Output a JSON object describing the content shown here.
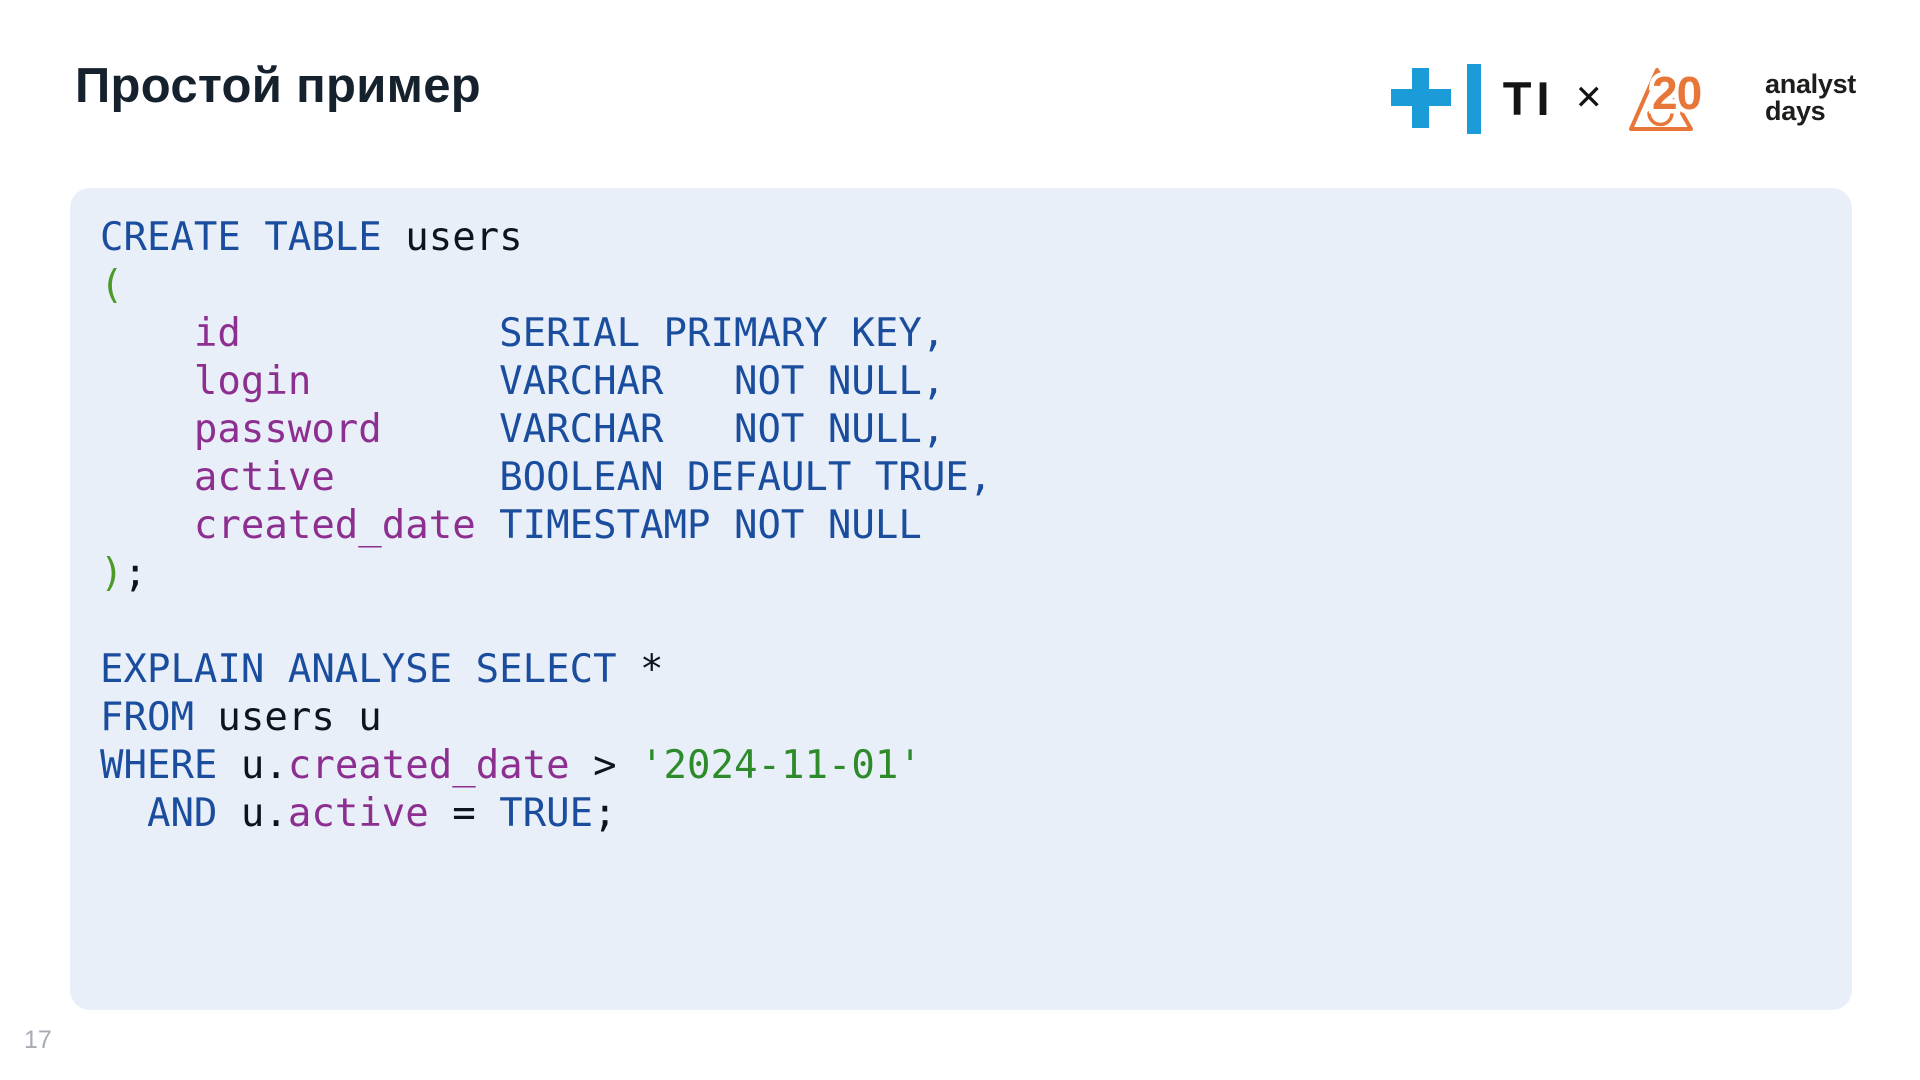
{
  "page": {
    "number": "17"
  },
  "header": {
    "title": "Простой пример",
    "logo": {
      "ti_label": "TI",
      "separator": "✕",
      "anniversary_number": "20",
      "brand_line1": "analyst",
      "brand_line2": "days"
    }
  },
  "colors": {
    "title": "#16212E",
    "panel_bg": "#E9EFF8",
    "keyword": "#1A4D9E",
    "identifier": "#8C2F90",
    "string": "#2E8B2C",
    "paren": "#4E9A28",
    "plain": "#0E141C",
    "page_number": "#A7ACB4",
    "logo_blue": "#1B9CD8",
    "logo_orange": "#E87638",
    "logo_black": "#141414"
  },
  "code": {
    "language": "sql",
    "lines": [
      [
        {
          "t": "CREATE TABLE",
          "c": "kw"
        },
        {
          "t": " users",
          "c": "pl"
        }
      ],
      [
        {
          "t": "(",
          "c": "par"
        }
      ],
      [
        {
          "t": "    ",
          "c": "pl"
        },
        {
          "t": "id",
          "c": "id"
        },
        {
          "t": "           ",
          "c": "pl"
        },
        {
          "t": "SERIAL PRIMARY KEY,",
          "c": "kw"
        }
      ],
      [
        {
          "t": "    ",
          "c": "pl"
        },
        {
          "t": "login",
          "c": "id"
        },
        {
          "t": "        ",
          "c": "pl"
        },
        {
          "t": "VARCHAR   NOT NULL,",
          "c": "kw"
        }
      ],
      [
        {
          "t": "    ",
          "c": "pl"
        },
        {
          "t": "password",
          "c": "id"
        },
        {
          "t": "     ",
          "c": "pl"
        },
        {
          "t": "VARCHAR   NOT NULL,",
          "c": "kw"
        }
      ],
      [
        {
          "t": "    ",
          "c": "pl"
        },
        {
          "t": "active",
          "c": "id"
        },
        {
          "t": "       ",
          "c": "pl"
        },
        {
          "t": "BOOLEAN DEFAULT TRUE,",
          "c": "kw"
        }
      ],
      [
        {
          "t": "    ",
          "c": "pl"
        },
        {
          "t": "created_date",
          "c": "id"
        },
        {
          "t": " ",
          "c": "pl"
        },
        {
          "t": "TIMESTAMP NOT NULL",
          "c": "kw"
        }
      ],
      [
        {
          "t": ")",
          "c": "par"
        },
        {
          "t": ";",
          "c": "pl"
        }
      ],
      [],
      [
        {
          "t": "EXPLAIN ANALYSE SELECT",
          "c": "kw"
        },
        {
          "t": " *",
          "c": "pl"
        }
      ],
      [
        {
          "t": "FROM",
          "c": "kw"
        },
        {
          "t": " users u",
          "c": "pl"
        }
      ],
      [
        {
          "t": "WHERE",
          "c": "kw"
        },
        {
          "t": " u.",
          "c": "pl"
        },
        {
          "t": "created_date",
          "c": "id"
        },
        {
          "t": " > ",
          "c": "pl"
        },
        {
          "t": "'2024-11-01'",
          "c": "str"
        }
      ],
      [
        {
          "t": "  ",
          "c": "pl"
        },
        {
          "t": "AND",
          "c": "kw"
        },
        {
          "t": " u.",
          "c": "pl"
        },
        {
          "t": "active",
          "c": "id"
        },
        {
          "t": " = ",
          "c": "pl"
        },
        {
          "t": "TRUE",
          "c": "kw"
        },
        {
          "t": ";",
          "c": "pl"
        }
      ]
    ]
  }
}
